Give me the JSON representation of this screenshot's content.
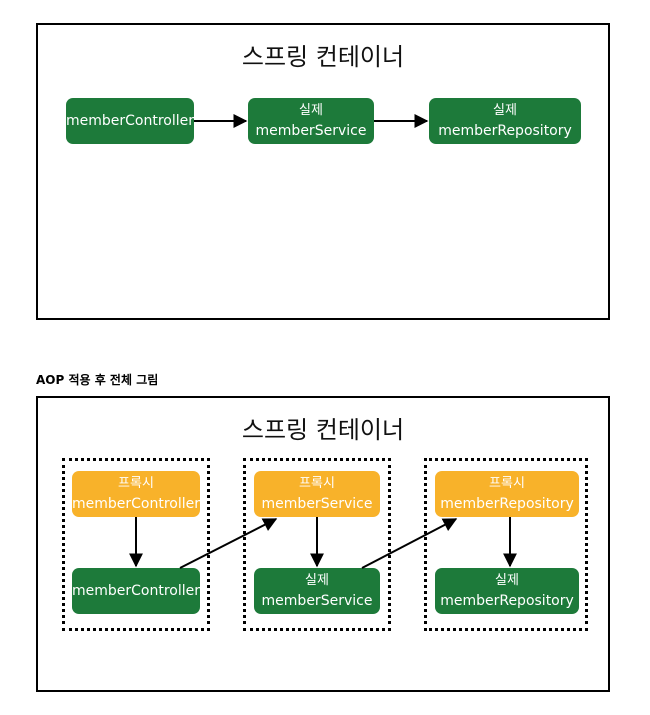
{
  "top_diagram": {
    "container_title": "스프링 컨테이너",
    "controller": {
      "line2": "memberController"
    },
    "service": {
      "line1": "실제",
      "line2": "memberService"
    },
    "repository": {
      "line1": "실제",
      "line2": "memberRepository"
    }
  },
  "section_label": "AOP 적용 후 전체 그림",
  "bottom_diagram": {
    "container_title": "스프링 컨테이너",
    "proxy_controller": {
      "line1": "프록시",
      "line2": "memberController"
    },
    "real_controller": {
      "line2": "memberController"
    },
    "proxy_service": {
      "line1": "프록시",
      "line2": "memberService"
    },
    "real_service": {
      "line1": "실제",
      "line2": "memberService"
    },
    "proxy_repository": {
      "line1": "프록시",
      "line2": "memberRepository"
    },
    "real_repository": {
      "line1": "실제",
      "line2": "memberRepository"
    }
  },
  "colors": {
    "real_bean": "#1d7a3a",
    "proxy_bean": "#f8b22a",
    "border": "#000000"
  }
}
